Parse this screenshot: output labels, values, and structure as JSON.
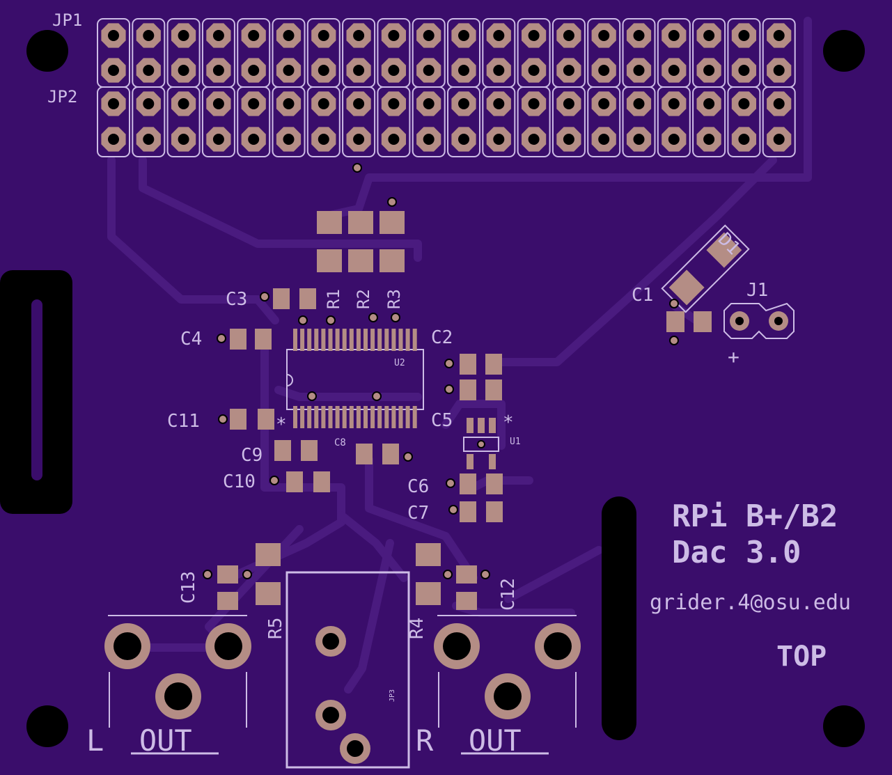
{
  "board": {
    "colors": {
      "background": "#3a0d6b",
      "trace": "#4a1b7f",
      "silk": "#cdbce6",
      "pad": "#b48d85",
      "hole": "#000000"
    },
    "title_line1": "RPi B+/B2",
    "title_line2": "Dac 3.0",
    "email": "grider.4@osu.edu",
    "side": "TOP"
  },
  "headers": {
    "jp1": "JP1",
    "jp2": "JP2",
    "pin_columns": 20,
    "rows_per_header": 2
  },
  "components": {
    "r1": "R1",
    "r2": "R2",
    "r3": "R3",
    "r4": "R4",
    "r5": "R5",
    "c1": "C1",
    "c2": "C2",
    "c3": "C3",
    "c4": "C4",
    "c5": "C5",
    "c6": "C6",
    "c7": "C7",
    "c8": "C8",
    "c9": "C9",
    "c10": "C10",
    "c11": "C11",
    "c12": "C12",
    "c13": "C13",
    "d1": "D1",
    "j1": "J1",
    "j1_polarity": "+",
    "u1": "U1",
    "u2": "U2",
    "jp3": "JP3",
    "pin1_marker": "*"
  },
  "outputs": {
    "left": "L  OUT",
    "right": "R  OUT"
  }
}
